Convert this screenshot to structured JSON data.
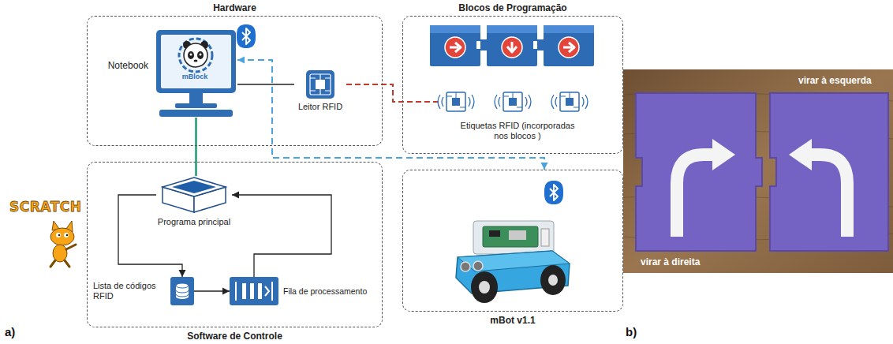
{
  "diagram": {
    "nodes": [
      {
        "text": [
          "Hardware"
        ]
      },
      {
        "text": [
          "Notebook"
        ],
        "in": 0
      },
      {
        "text": [
          "Leitor RFID"
        ],
        "in": 0
      },
      {
        "text": [
          "Blocos de Programação"
        ]
      },
      {
        "text": [
          "Etiquetas RFID (incorporadas nos blocos )"
        ],
        "in": 3
      },
      {
        "text": [
          "Software de Controle"
        ]
      },
      {
        "text": [
          "Programa principal"
        ],
        "in": 5
      },
      {
        "text": [
          "Lista de códigos RFID"
        ],
        "in": 5
      },
      {
        "text": [
          "Fila de processamento"
        ],
        "in": 5
      },
      {
        "text": [
          "mBot v1.1"
        ]
      }
    ],
    "edges": [
      {
        "from": 1,
        "to": 2,
        "arrow": "none"
      },
      {
        "from": 2,
        "to": 4,
        "arrow": "none"
      },
      {
        "from": 1,
        "to": 6,
        "arrow": "none"
      },
      {
        "from": 1,
        "to": 9,
        "arrow": "both"
      },
      {
        "from": 6,
        "to": 7,
        "arrow": "to"
      },
      {
        "from": 7,
        "to": 8,
        "arrow": "to"
      },
      {
        "from": 8,
        "to": 6,
        "arrow": "to"
      }
    ],
    "labels": [
      "mBlock",
      "SCRATCH",
      "a)",
      "b)",
      "virar à esquerda",
      "virar à direita"
    ]
  }
}
